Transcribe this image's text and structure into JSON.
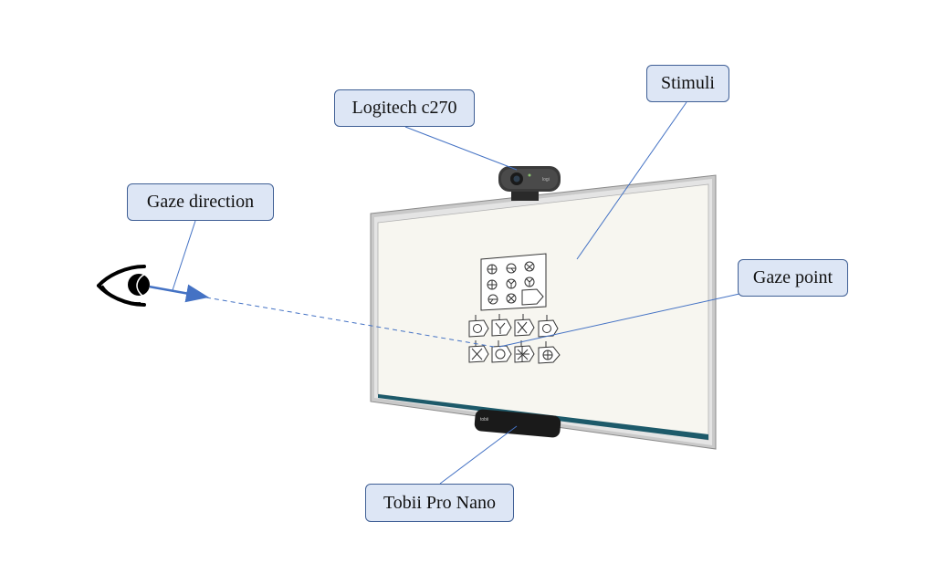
{
  "labels": {
    "webcam": "Logitech c270",
    "stimuli": "Stimuli",
    "gaze_direction": "Gaze direction",
    "gaze_point": "Gaze point",
    "eye_tracker": "Tobii Pro Nano"
  },
  "icons": {
    "eye": "eye-icon",
    "webcam": "webcam-icon",
    "eye_tracker": "tobii-bar-icon",
    "screen": "whiteboard-screen"
  },
  "colors": {
    "callout_fill": "#dde6f5",
    "callout_border": "#3f5f95",
    "leader_line": "#4472c4",
    "gaze_ray": "#4472c4",
    "screen_frame": "#c8c8c8",
    "screen_surface": "#f7f6f0",
    "screen_bottom_band": "#1d5a6a"
  }
}
